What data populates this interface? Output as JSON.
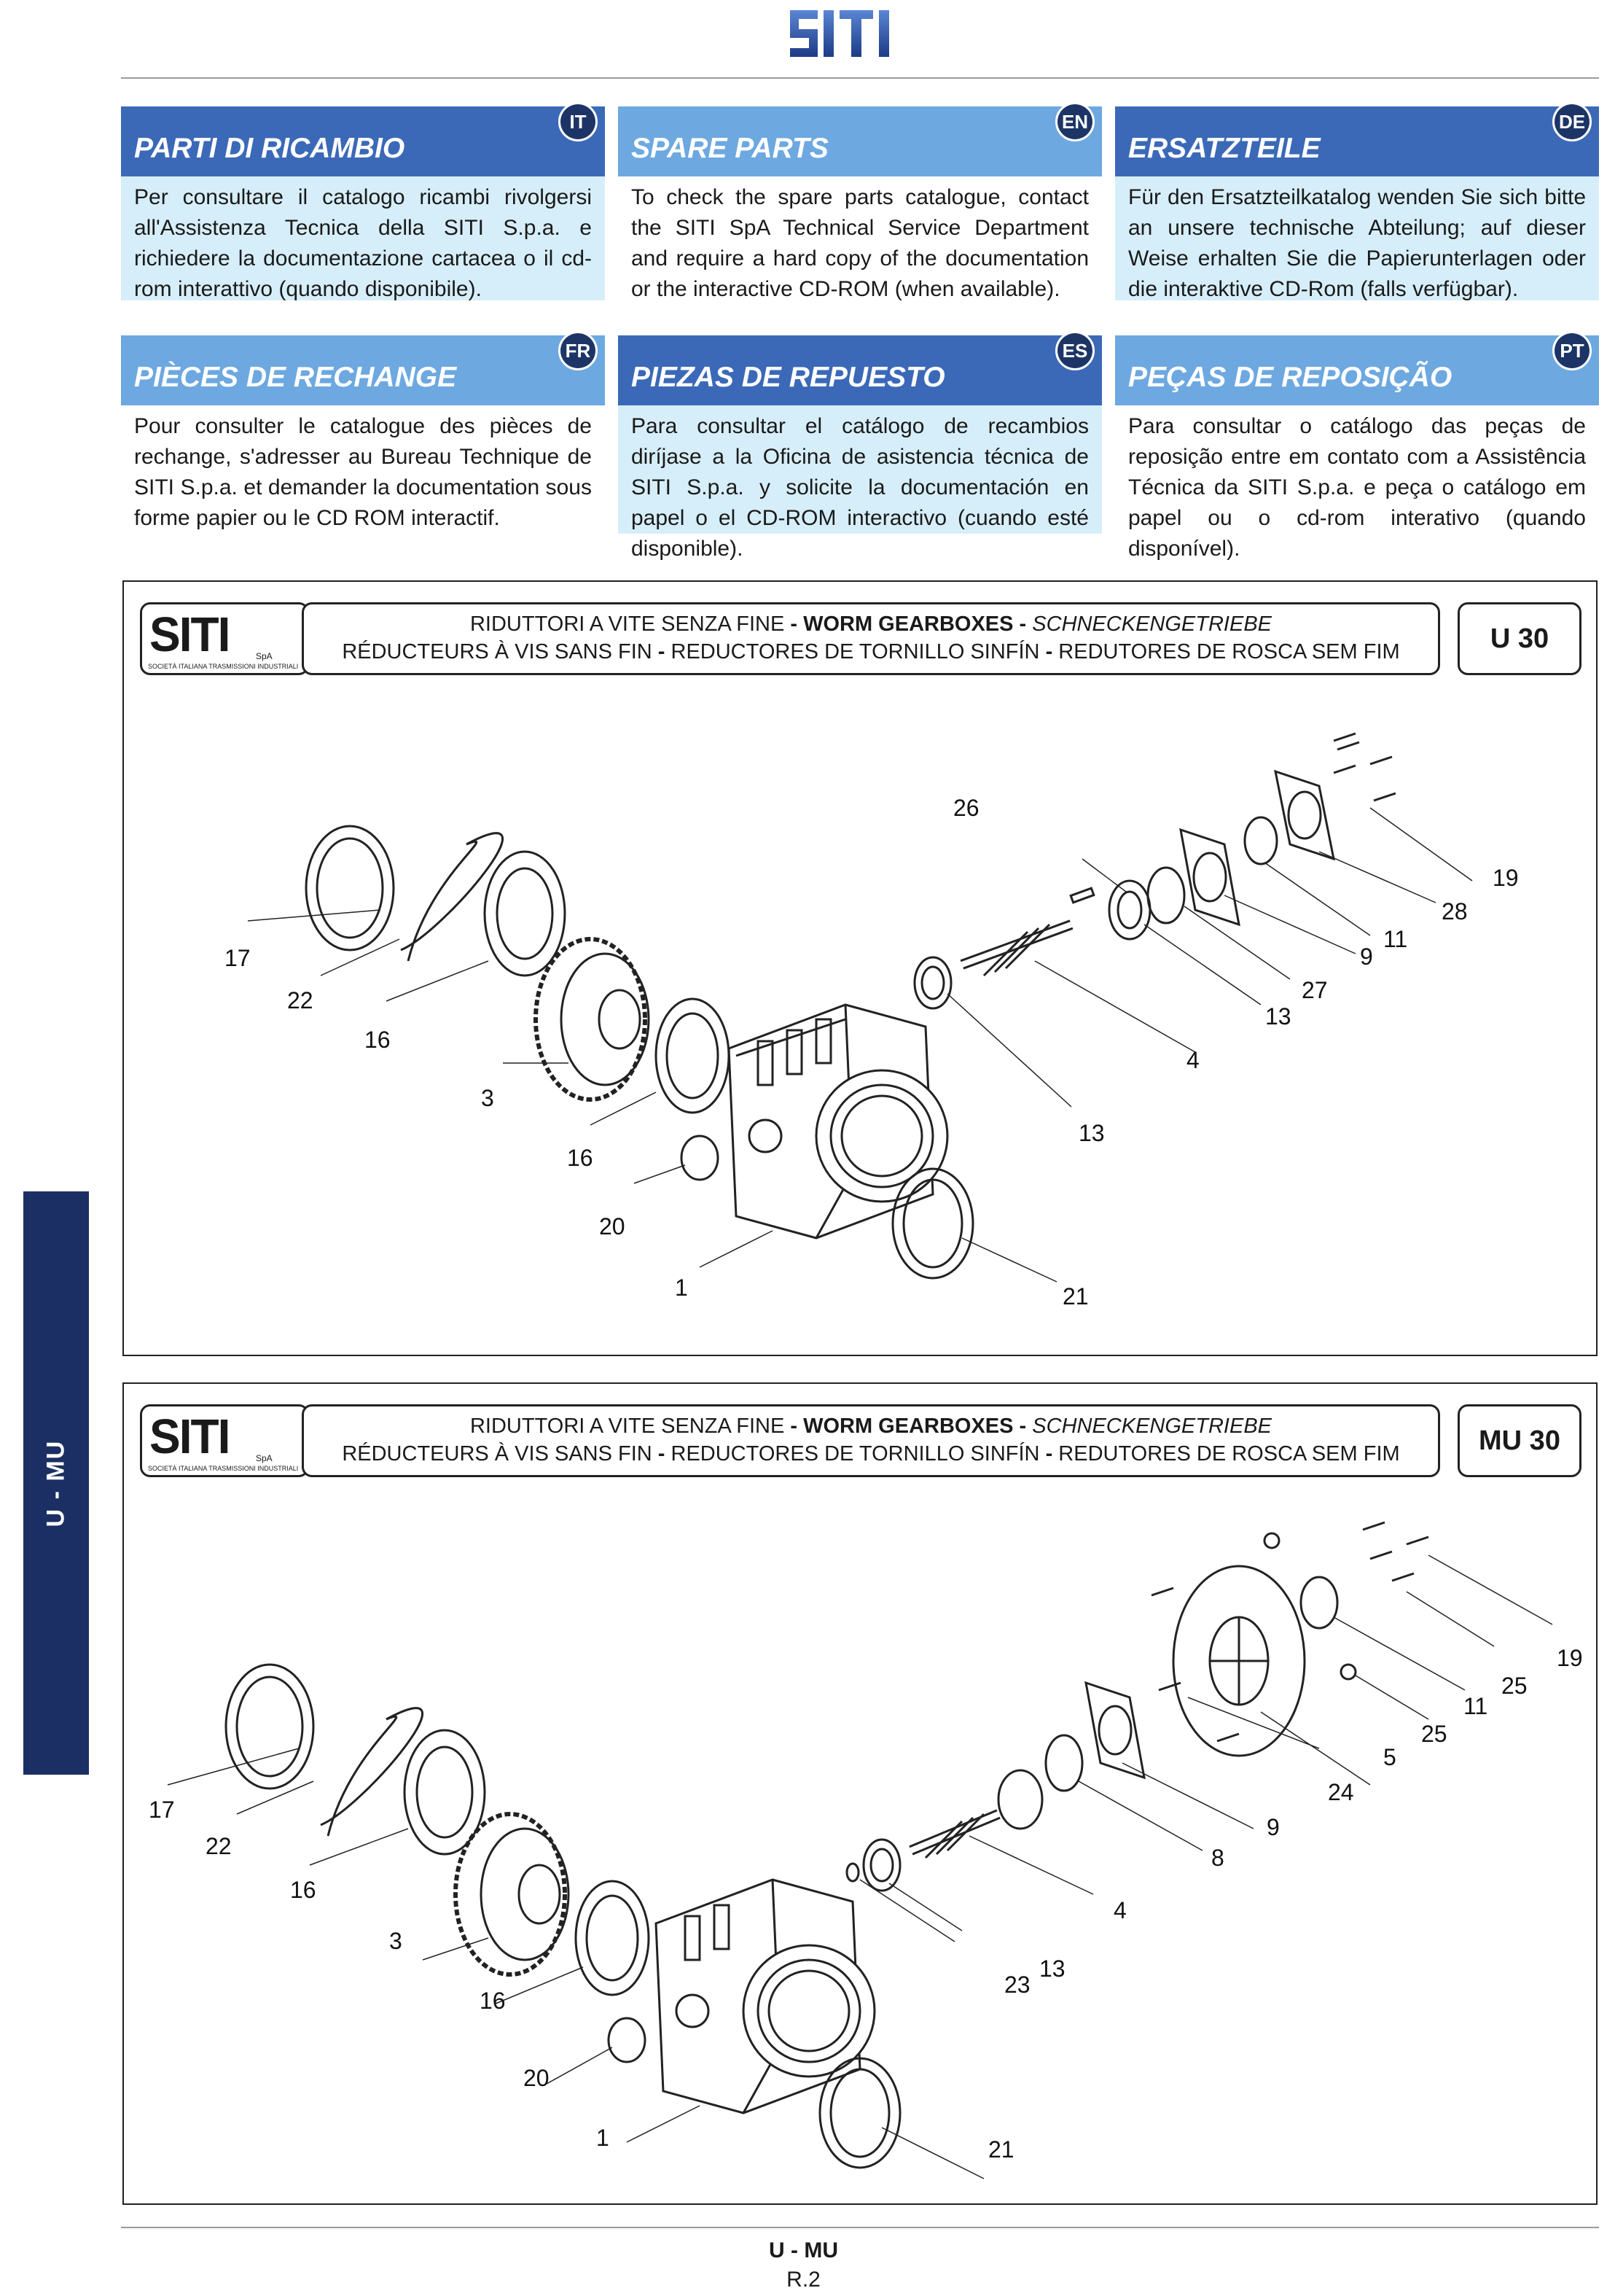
{
  "header": {
    "brand": "SITI"
  },
  "lang_boxes": [
    {
      "code": "IT",
      "title": "PARTI DI RICAMBIO",
      "body": "Per consultare il catalogo ricambi rivolgersi all'Assistenza Tecnica della SITI S.p.a. e richiedere la documentazione cartacea o il cd-rom interattivo (quando disponibile)."
    },
    {
      "code": "EN",
      "title": "SPARE PARTS",
      "body": "To check the spare parts catalogue, contact the SITI SpA Technical Service Department and require a hard copy of the documentation or the interactive CD-ROM (when available)."
    },
    {
      "code": "DE",
      "title": "ERSATZTEILE",
      "body": "Für den Ersatzteilkatalog wenden Sie sich bitte an unsere technische Abteilung; auf dieser Weise erhalten Sie die Papierunterlagen oder die interaktive CD-Rom (falls verfügbar)."
    },
    {
      "code": "FR",
      "title": "PIÈCES DE RECHANGE",
      "body": "Pour consulter le catalogue des pièces de rechange, s'adresser au Bureau Technique de SITI S.p.a. et demander la documentation sous forme papier ou le CD ROM interactif."
    },
    {
      "code": "ES",
      "title": "PIEZAS DE REPUESTO",
      "body": "Para consultar el catálogo de recambios diríjase a la Oficina de asistencia técnica de SITI S.p.a. y solicite la documentación en papel o el CD-ROM interactivo (cuando esté disponible)."
    },
    {
      "code": "PT",
      "title": "PEÇAS DE REPOSIÇÃO",
      "body": "Para consultar o catálogo das peças de reposição entre em contato com a Assistência Técnica da SITI S.p.a. e peça o catálogo em papel ou o cd-rom interativo (quando disponível)."
    }
  ],
  "side_tab": "U - MU",
  "title_block": {
    "logo_word": "SITI",
    "logo_spa": "SpA",
    "logo_caption": "SOCIETÀ ITALIANA TRASMISSIONI INDUSTRIALI",
    "line1_a": "RIDUTTORI A VITE SENZA FINE",
    "sep": " - ",
    "line1_b": "WORM GEARBOXES",
    "line1_c": "SCHNECKENGETRIEBE",
    "line2_a": "RÉDUCTEURS À VIS SANS FIN",
    "line2_b": "REDUCTORES DE TORNILLO SINFÍN",
    "line2_c": "REDUTORES DE ROSCA SEM FIM"
  },
  "panels": [
    {
      "code": "U 30",
      "callouts": [
        "26",
        "19",
        "28",
        "11",
        "9",
        "27",
        "13",
        "4",
        "13",
        "17",
        "22",
        "16",
        "3",
        "16",
        "20",
        "1",
        "21"
      ]
    },
    {
      "code": "MU 30",
      "callouts": [
        "19",
        "25",
        "11",
        "25",
        "5",
        "24",
        "9",
        "8",
        "4",
        "13",
        "23",
        "17",
        "22",
        "16",
        "3",
        "16",
        "20",
        "1",
        "21"
      ]
    }
  ],
  "footer": {
    "section": "U - MU",
    "page": "R.2"
  }
}
